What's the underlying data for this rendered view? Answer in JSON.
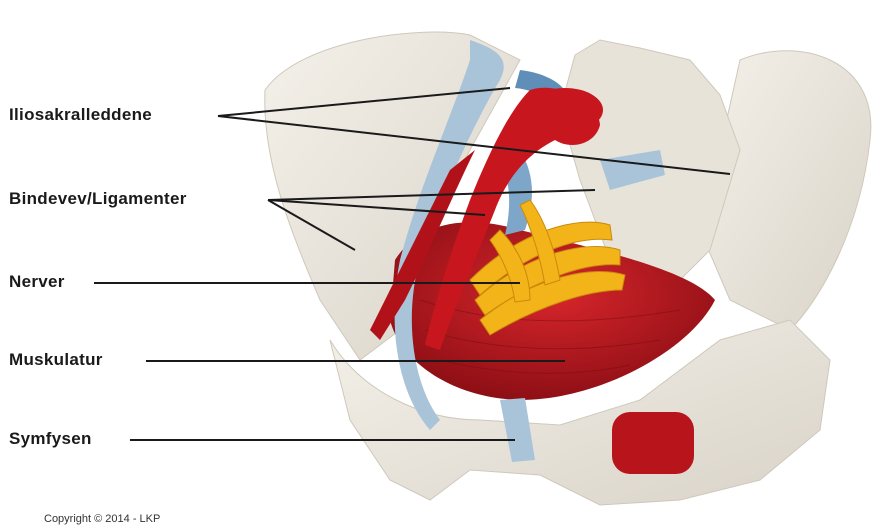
{
  "labels": {
    "iliosakral": "Iliosakralleddene",
    "bindevev": "Bindevev/Ligamenter",
    "nerver": "Nerver",
    "muskulatur": "Muskulatur",
    "symfysen": "Symfysen"
  },
  "copyright": "Copyright © 2014 - LKP",
  "colors": {
    "bone": "#ece8e0",
    "ligament": "#a9c4d9",
    "vessel": "#c8161e",
    "nerve": "#f2b418",
    "muscle": "#b81820",
    "line": "#1a1a1a"
  }
}
